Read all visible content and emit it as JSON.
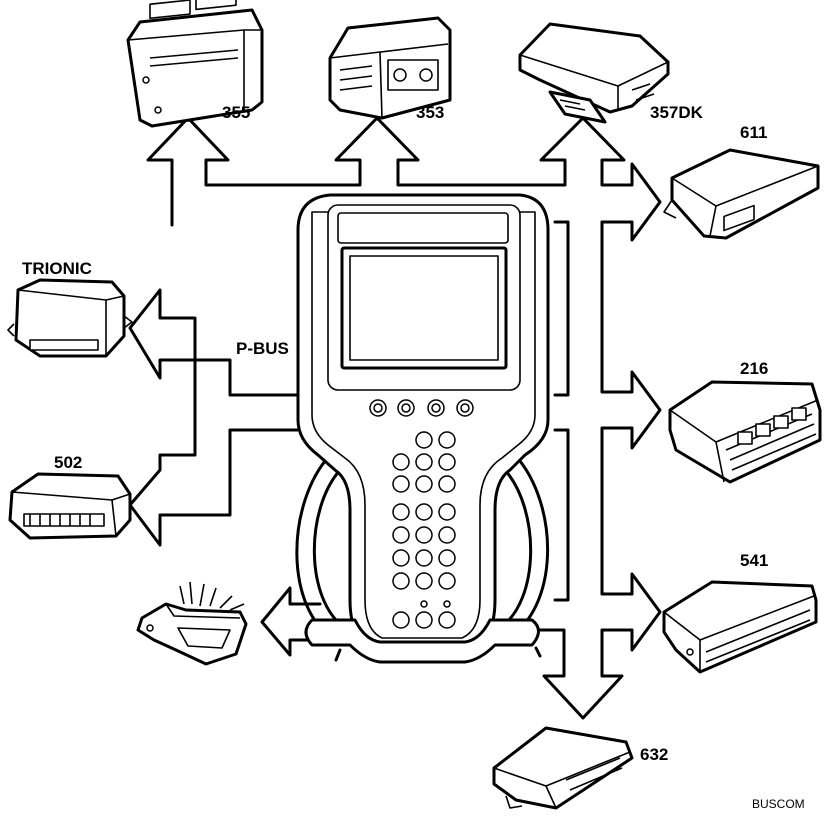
{
  "diagram": {
    "center_device": "diagnostic-tester",
    "bus_label": "P-BUS",
    "footer_code": "BUSCOM",
    "modules": [
      {
        "id": "m355",
        "label": "355"
      },
      {
        "id": "m353",
        "label": "353"
      },
      {
        "id": "m357dk",
        "label": "357DK"
      },
      {
        "id": "m611",
        "label": "611"
      },
      {
        "id": "m216",
        "label": "216"
      },
      {
        "id": "m541",
        "label": "541"
      },
      {
        "id": "m632",
        "label": "632"
      },
      {
        "id": "trionic",
        "label": "TRIONIC"
      },
      {
        "id": "m502",
        "label": "502"
      },
      {
        "id": "connector",
        "label": ""
      }
    ]
  }
}
